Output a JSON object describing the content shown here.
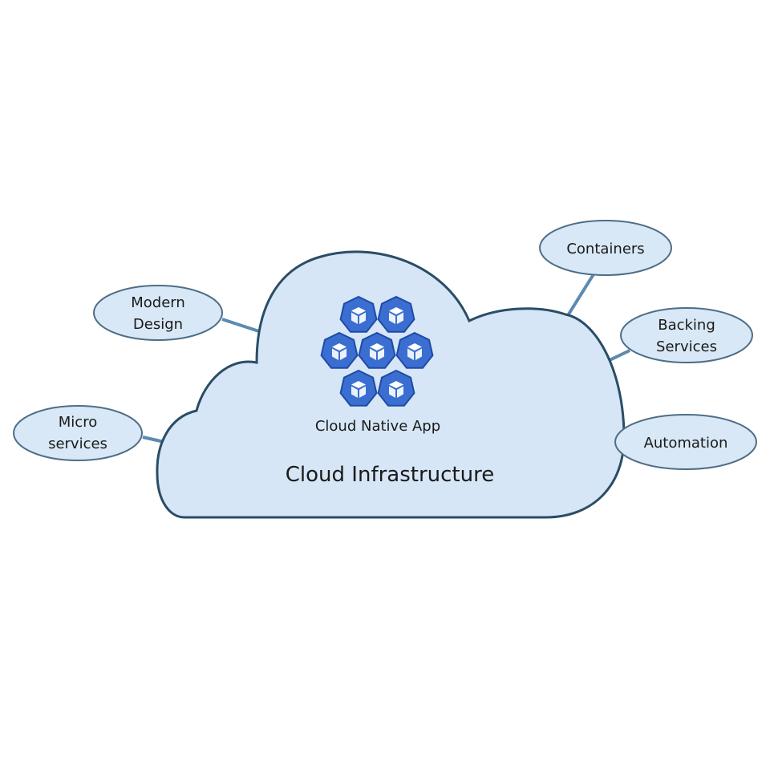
{
  "diagram": {
    "cloud_title": "Cloud Infrastructure",
    "app_label": "Cloud Native App",
    "nodes": {
      "modern_design": [
        "Modern",
        "Design"
      ],
      "micro_services": [
        "Micro",
        "services"
      ],
      "containers": [
        "Containers"
      ],
      "backing_services": [
        "Backing",
        "Services"
      ],
      "automation": [
        "Automation"
      ]
    },
    "icon": "kubernetes-heptagon-cube-icon",
    "colors": {
      "cloud_fill": "#d6e6f6",
      "cloud_stroke": "#2a4d66",
      "node_fill": "#d8e8f6",
      "node_stroke": "#4f6d86",
      "connector": "#5b8ab3",
      "icon_fill": "#3a6fd1",
      "icon_stroke": "#1f4aa6",
      "cube_face": "#ffffff"
    }
  }
}
